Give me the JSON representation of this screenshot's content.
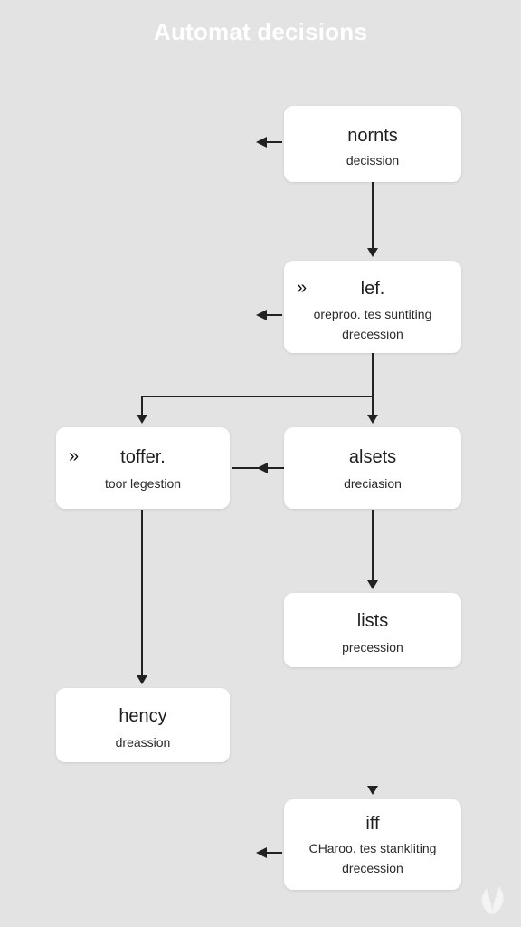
{
  "title": "Automat decisions",
  "nodes": {
    "n1": {
      "main": "nornts",
      "sub1": "decission"
    },
    "n2": {
      "chevron": "»",
      "main": "lef.",
      "sub1": "oreproo. tes suntiting",
      "sub2": "drecession"
    },
    "n3": {
      "chevron": "»",
      "main": "toffer.",
      "sub1": "toor legestion"
    },
    "n4": {
      "main": "alsets",
      "sub1": "dreciasion"
    },
    "n5": {
      "main": "lists",
      "sub1": "precession"
    },
    "n6": {
      "main": "hency",
      "sub1": "dreassion"
    },
    "n7": {
      "main": "iff",
      "sub1": "CHaroo. tes stankliting",
      "sub2": "drecession"
    }
  },
  "icons": [
    "arrow-left-icon",
    "arrow-down-icon",
    "chevron-double-right-icon",
    "leaf-watermark-icon"
  ],
  "colors": {
    "background": "#e3e3e3",
    "node": "#ffffff",
    "line": "#222222",
    "title": "#ffffff"
  }
}
